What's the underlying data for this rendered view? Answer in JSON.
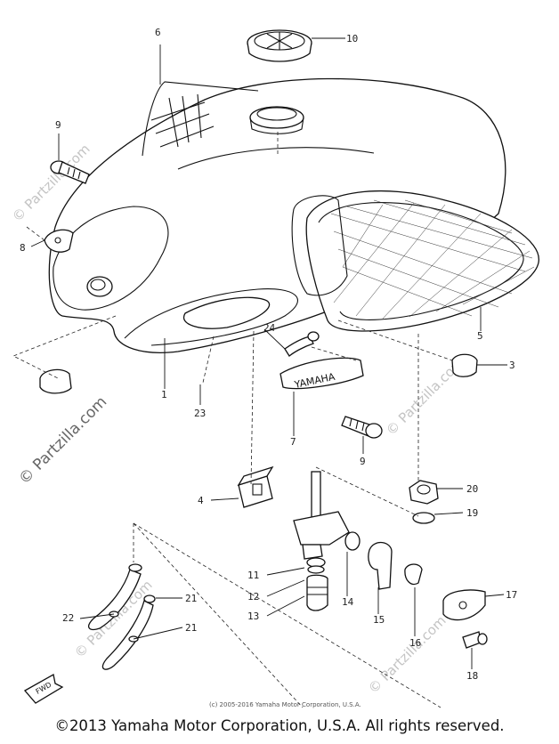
{
  "diagram": {
    "callouts": [
      {
        "id": "c1",
        "label": "1"
      },
      {
        "id": "c3",
        "label": "3"
      },
      {
        "id": "c4",
        "label": "4"
      },
      {
        "id": "c5",
        "label": "5"
      },
      {
        "id": "c6",
        "label": "6"
      },
      {
        "id": "c7",
        "label": "7"
      },
      {
        "id": "c8",
        "label": "8"
      },
      {
        "id": "c9a",
        "label": "9"
      },
      {
        "id": "c9b",
        "label": "9"
      },
      {
        "id": "c10",
        "label": "10"
      },
      {
        "id": "c11",
        "label": "11"
      },
      {
        "id": "c12",
        "label": "12"
      },
      {
        "id": "c13",
        "label": "13"
      },
      {
        "id": "c14",
        "label": "14"
      },
      {
        "id": "c15",
        "label": "15"
      },
      {
        "id": "c16",
        "label": "16"
      },
      {
        "id": "c17",
        "label": "17"
      },
      {
        "id": "c18",
        "label": "18"
      },
      {
        "id": "c19",
        "label": "19"
      },
      {
        "id": "c20",
        "label": "20"
      },
      {
        "id": "c21a",
        "label": "21"
      },
      {
        "id": "c21b",
        "label": "21"
      },
      {
        "id": "c22",
        "label": "22"
      },
      {
        "id": "c23",
        "label": "23"
      },
      {
        "id": "c24",
        "label": "24"
      }
    ],
    "emblem_text": "YAMAHA",
    "arrow_text": "FWD",
    "small_copyright": "(c) 2005-2016 Yamaha Motor Corporation, U.S.A.",
    "watermark": "© Partzilla.com"
  },
  "footer": {
    "copyright": "©2013 Yamaha Motor Corporation, U.S.A. All rights reserved."
  }
}
